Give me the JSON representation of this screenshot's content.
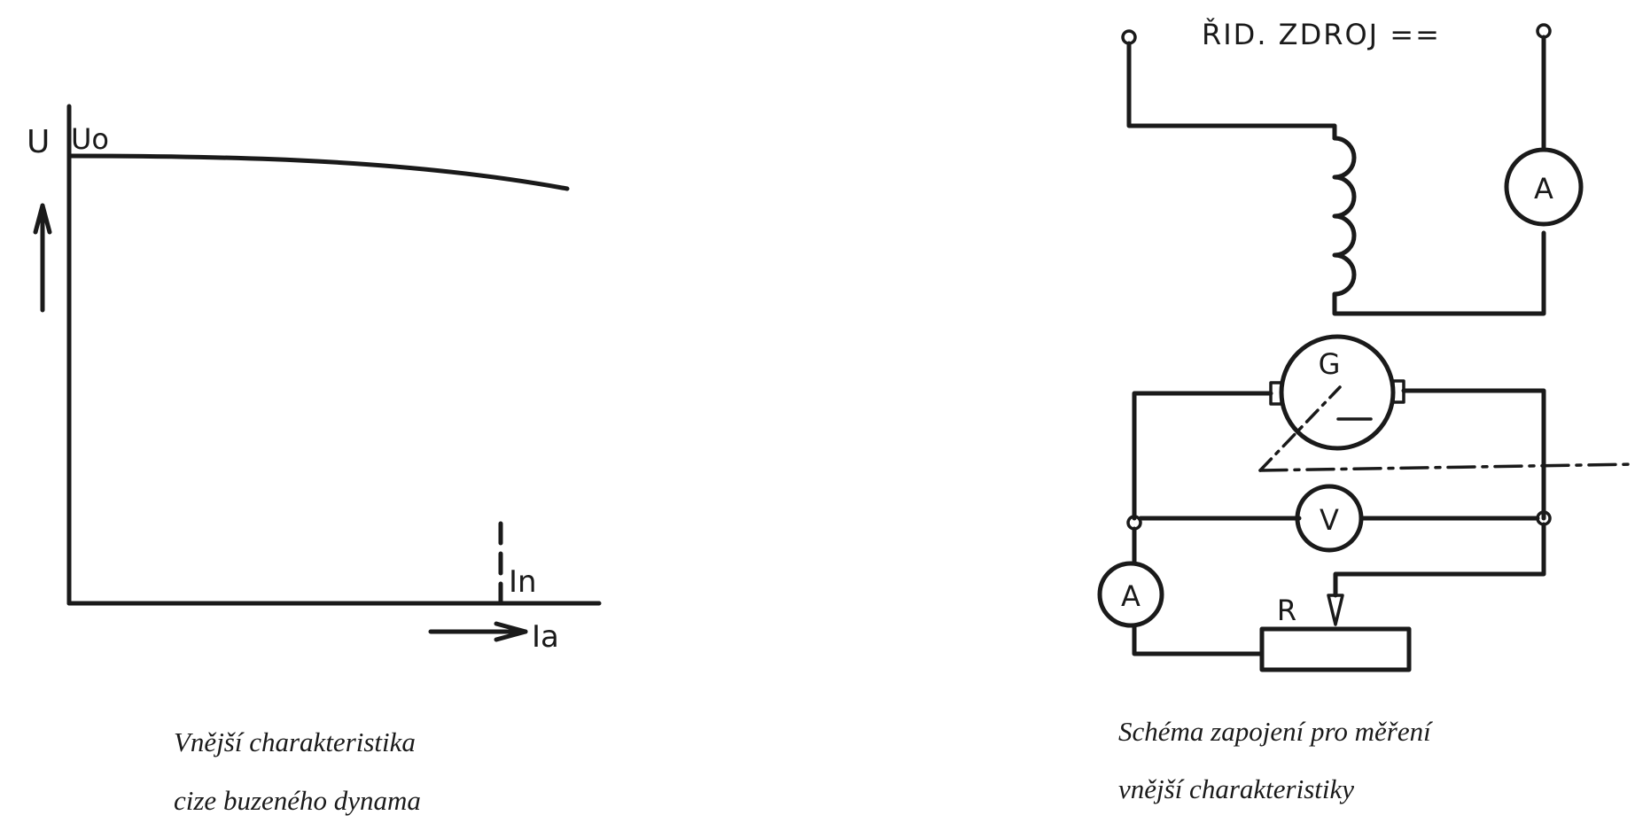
{
  "graph": {
    "y_axis_label": "U",
    "curve_label": "Uo",
    "nominal_label": "In",
    "x_axis_label": "Ia",
    "caption_line1": "Vnější charakteristika",
    "caption_line2": "cize buzeného dynama"
  },
  "schematic": {
    "source_label": "ŘID. ZDROJ ==",
    "field_ammeter": "A",
    "generator": "G",
    "voltmeter": "V",
    "armature_ammeter": "A",
    "rheostat": "R",
    "caption_line1": "Schéma zapojení pro měření",
    "caption_line2": "vnější charakteristiky"
  },
  "colors": {
    "ink": "#1a1a1a",
    "background": "#ffffff"
  }
}
